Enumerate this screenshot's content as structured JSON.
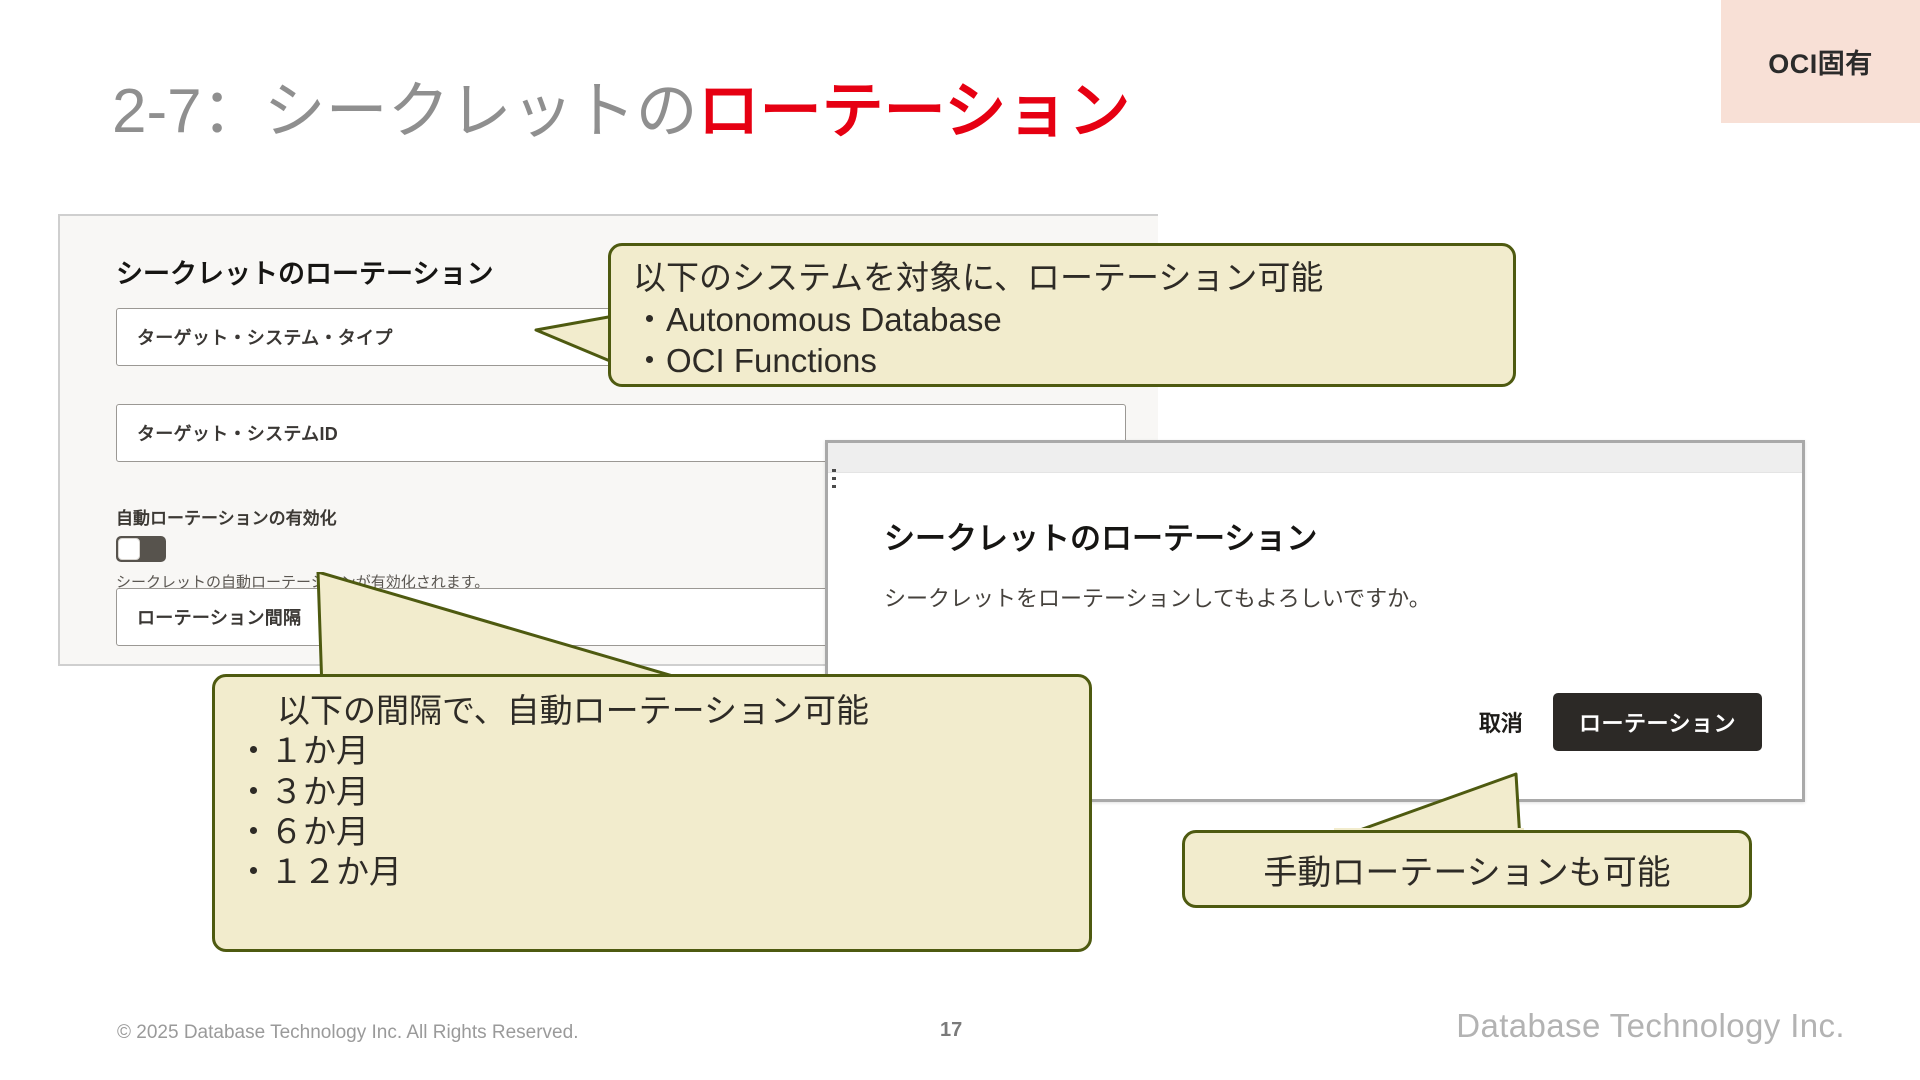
{
  "badge": {
    "label": "OCI固有",
    "color": "#f8e0d6"
  },
  "title": {
    "main": "2-7：シークレットの",
    "accent": "ローテーション",
    "main_color": "#8f8f8f",
    "accent_color": "#e60012"
  },
  "form_panel": {
    "heading": "シークレットのローテーション",
    "fields": [
      {
        "label": "ターゲット・システム・タイプ"
      },
      {
        "label": "ターゲット・システムID"
      },
      {
        "label": "ローテーション間隔"
      }
    ],
    "toggle": {
      "label": "自動ローテーションの有効化",
      "state": "off",
      "help": "シークレットの自動ローテーションが有効化されます。"
    }
  },
  "dialog": {
    "title": "シークレットのローテーション",
    "body": "シークレットをローテーションしてもよろしいですか。",
    "cancel_label": "取消",
    "confirm_label": "ローテーション",
    "confirm_color": "#2c2926"
  },
  "callouts": {
    "systems": {
      "head": "以下のシステムを対象に、ローテーション可能",
      "items": [
        "・Autonomous Database",
        "・OCI Functions"
      ]
    },
    "intervals": {
      "head": "以下の間隔で、自動ローテーション可能",
      "items": [
        "・１か月",
        "・３か月",
        "・６か月",
        "・１２か月"
      ]
    },
    "manual": {
      "head": "手動ローテーションも可能"
    },
    "fill": "#f2eccd",
    "border": "#4e5a10"
  },
  "footer": {
    "copyright": "© 2025 Database Technology Inc. All Rights Reserved.",
    "page_number": "17",
    "logo": "Database Technology Inc."
  }
}
